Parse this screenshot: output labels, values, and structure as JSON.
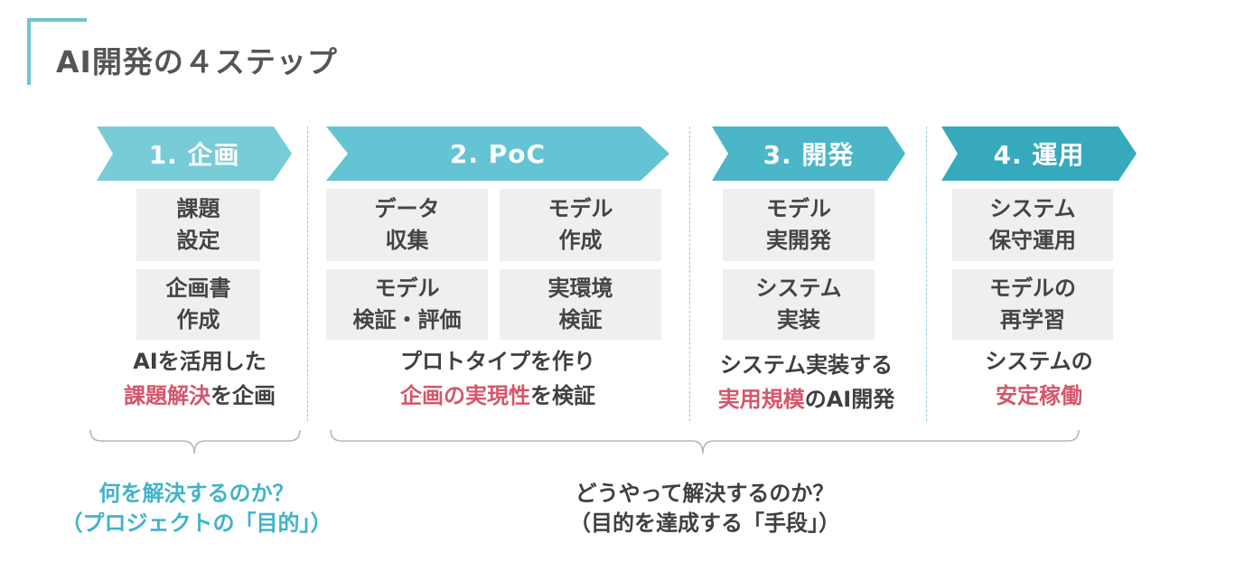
{
  "title": "AI開発の４ステップ",
  "steps": [
    {
      "label": "1. 企画",
      "color": "#77ccd8"
    },
    {
      "label": "2. PoC",
      "color": "#65c4d3"
    },
    {
      "label": "3. 開発",
      "color": "#4bb6c8"
    },
    {
      "label": "4. 運用",
      "color": "#36a9bd"
    }
  ],
  "boxes": {
    "b1": "課題\n設定",
    "b2": "企画書\n作成",
    "b3": "データ\n収集",
    "b4": "モデル\n作成",
    "b5": "モデル\n検証・評価",
    "b6": "実環境\n検証",
    "b7": "モデル\n実開発",
    "b8": "システム\n実装",
    "b9": "システム\n保守運用",
    "b10": "モデルの\n再学習"
  },
  "descriptions": {
    "d1_line1": "AIを活用した",
    "d1_hl": "課題解決",
    "d1_rest": "を企画",
    "d2_line1": "プロトタイプを作り",
    "d2_hl": "企画の実現性",
    "d2_rest": "を検証",
    "d3_line1": "システム実装する",
    "d3_hl": "実用規模",
    "d3_rest": "のAI開発",
    "d4_line1": "システムの",
    "d4_hl": "安定稼働"
  },
  "questions": {
    "q1_line1": "何を解決するのか？",
    "q1_line2": "（プロジェクトの「目的」）",
    "q2_line1": "どうやって解決するのか？",
    "q2_line2": "（目的を達成する「手段」）"
  },
  "colors": {
    "accent": "#6fc3d1",
    "highlight": "#d5566b",
    "question": "#3fb4c9",
    "box_bg": "#efefef"
  }
}
